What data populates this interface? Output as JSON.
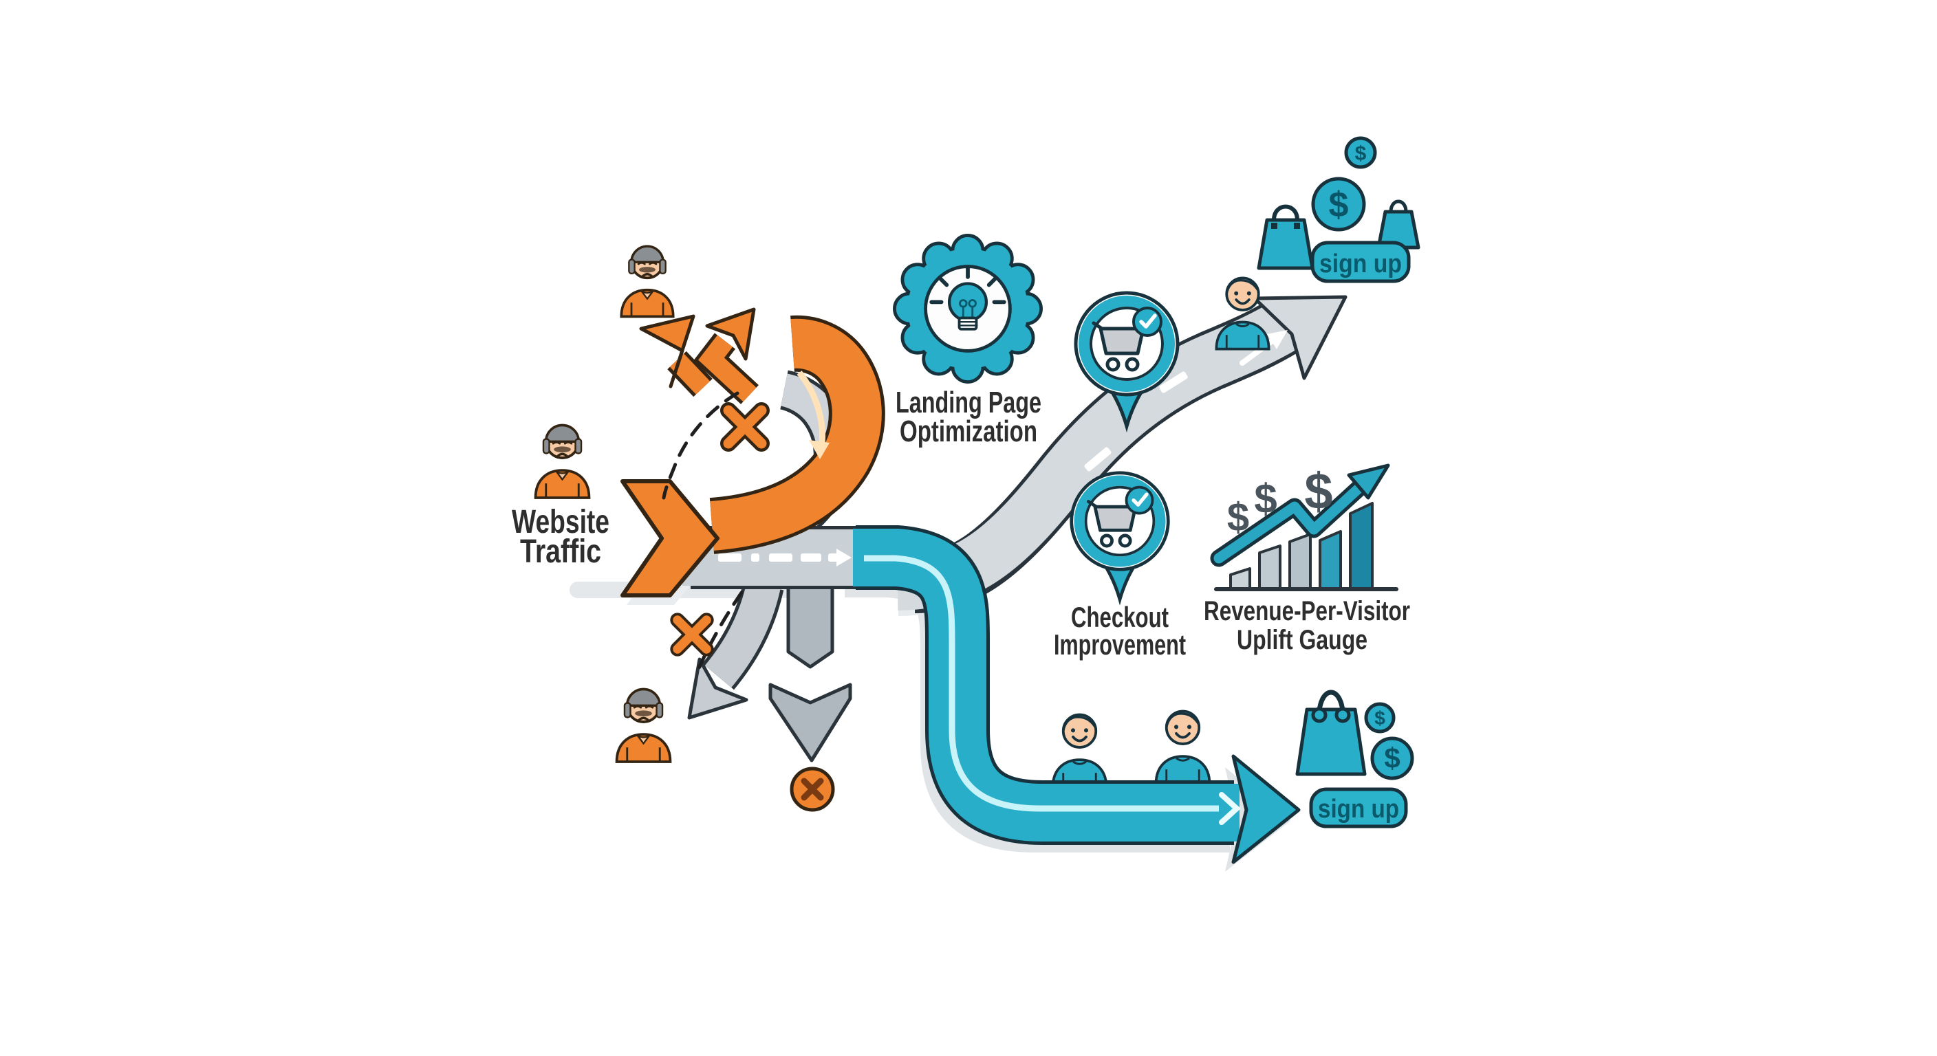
{
  "labels": {
    "website_traffic_line1": "Website",
    "website_traffic_line2": "Traffic",
    "landing_line1": "Landing Page",
    "landing_line2": "Optimization",
    "checkout_line1": "Checkout",
    "checkout_line2": "Improvement",
    "revenue_line1": "Revenue-Per-Visitor",
    "revenue_line2": "Uplift Gauge",
    "signup_top": "sign up",
    "signup_bottom": "sign up",
    "dollar": "$"
  },
  "colors": {
    "teal": "#29AEC9",
    "teal_dark_text": "#0B5A6B",
    "orange": "#F0832D",
    "road_gray": "#C9D0D6",
    "arrow_gray": "#B0B8BF",
    "outline_dark": "#2B343B",
    "text_dark": "#2E2E2E",
    "background": "#FFFFFF"
  },
  "revenue_gauge": {
    "type": "bar",
    "bars": [
      {
        "color": "gray",
        "height": 28
      },
      {
        "color": "gray",
        "height": 58
      },
      {
        "color": "gray",
        "height": 74
      },
      {
        "color": "teal",
        "height": 78
      },
      {
        "color": "dark-teal",
        "height": 118
      }
    ],
    "trend": "up",
    "dollar_signs": 3
  },
  "icons": [
    "lightbulb-badge-icon",
    "cart-pin-icon",
    "checkmark-icon",
    "bar-chart-growth-icon",
    "dollar-coin-icon",
    "shopping-bag-icon",
    "person-sad-icon",
    "person-happy-icon",
    "x-mark-icon",
    "x-circle-icon",
    "down-arrow-icon",
    "split-arrows-icon",
    "road-arrow-icon"
  ]
}
